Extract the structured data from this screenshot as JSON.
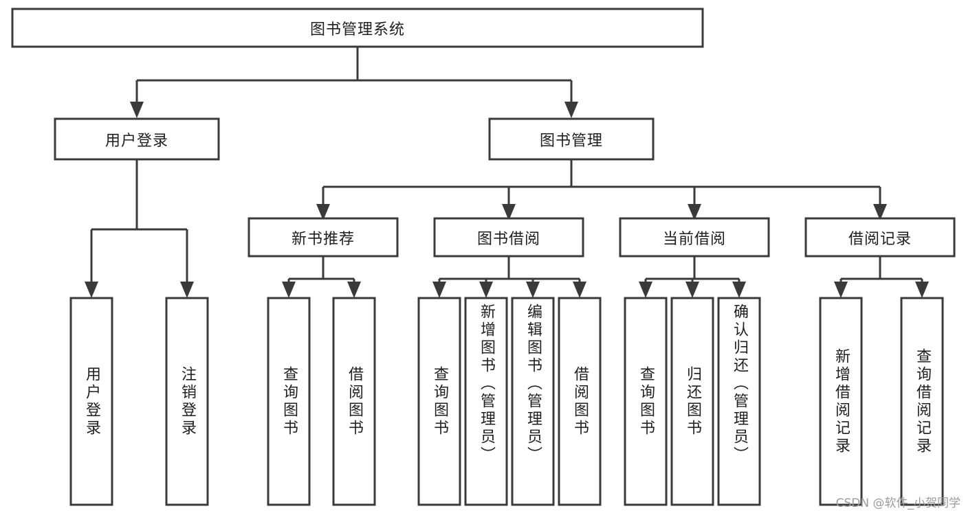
{
  "diagram": {
    "type": "tree",
    "title": "图书管理系统",
    "root": {
      "label": "图书管理系统",
      "orientation": "horizontal"
    },
    "level2": [
      {
        "label": "用户登录",
        "orientation": "horizontal"
      },
      {
        "label": "图书管理",
        "orientation": "horizontal"
      }
    ],
    "level3": [
      {
        "label": "新书推荐",
        "orientation": "horizontal"
      },
      {
        "label": "图书借阅",
        "orientation": "horizontal"
      },
      {
        "label": "当前借阅",
        "orientation": "horizontal"
      },
      {
        "label": "借阅记录",
        "orientation": "horizontal"
      }
    ],
    "leaves": [
      {
        "label": "用户登录",
        "orientation": "vertical",
        "parent": "用户登录"
      },
      {
        "label": "注销登录",
        "orientation": "vertical",
        "parent": "用户登录"
      },
      {
        "label": "查询图书",
        "orientation": "vertical",
        "parent": "新书推荐"
      },
      {
        "label": "借阅图书",
        "orientation": "vertical",
        "parent": "新书推荐"
      },
      {
        "label": "查询图书",
        "orientation": "vertical",
        "parent": "图书借阅"
      },
      {
        "label": "新增图书（管理员）",
        "orientation": "vertical",
        "parent": "图书借阅"
      },
      {
        "label": "编辑图书（管理员）",
        "orientation": "vertical",
        "parent": "图书借阅"
      },
      {
        "label": "借阅图书",
        "orientation": "vertical",
        "parent": "图书借阅"
      },
      {
        "label": "查询图书",
        "orientation": "vertical",
        "parent": "当前借阅"
      },
      {
        "label": "归还图书",
        "orientation": "vertical",
        "parent": "当前借阅"
      },
      {
        "label": "确认归还（管理员）",
        "orientation": "vertical",
        "parent": "当前借阅"
      },
      {
        "label": "新增借阅记录",
        "orientation": "vertical",
        "parent": "借阅记录"
      },
      {
        "label": "查询借阅记录",
        "orientation": "vertical",
        "parent": "借阅记录"
      }
    ],
    "colors": {
      "box_stroke": "#3a3a3a",
      "box_fill": "#ffffff",
      "text": "#1f1f1f",
      "background": "#ffffff",
      "watermark": "#9b9b9b"
    }
  },
  "watermark": {
    "text": "CSDN @软件_小贺同学"
  }
}
